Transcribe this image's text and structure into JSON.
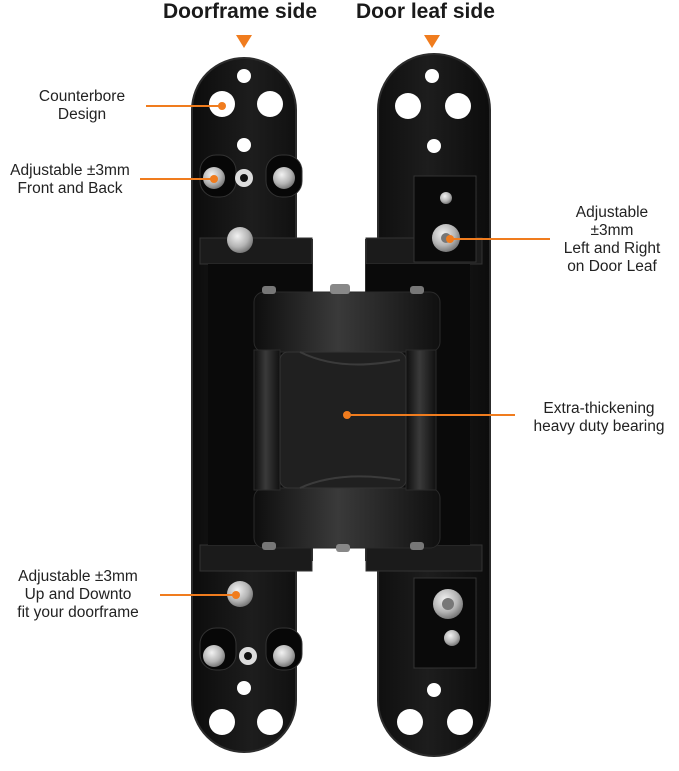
{
  "headers": {
    "frame_side": "Doorframe side",
    "leaf_side": "Door leaf side"
  },
  "callouts": {
    "counterbore": [
      "Counterbore",
      "Design"
    ],
    "front_back": [
      "Adjustable ±3mm",
      "Front and Back"
    ],
    "left_right": [
      "Adjustable",
      "±3mm",
      "Left and Right",
      "on Door Leaf"
    ],
    "bearing": [
      "Extra-thickening",
      "heavy duty bearing"
    ],
    "up_down": [
      "Adjustable ±3mm",
      "Up and Downto",
      "fit your doorframe"
    ]
  },
  "colors": {
    "accent": "#f07c1e",
    "hinge_body": "#151515",
    "hinge_edge": "#2c2c2c",
    "screw": "#c9c9c9"
  },
  "icons": {
    "marker": "down-triangle-icon"
  }
}
